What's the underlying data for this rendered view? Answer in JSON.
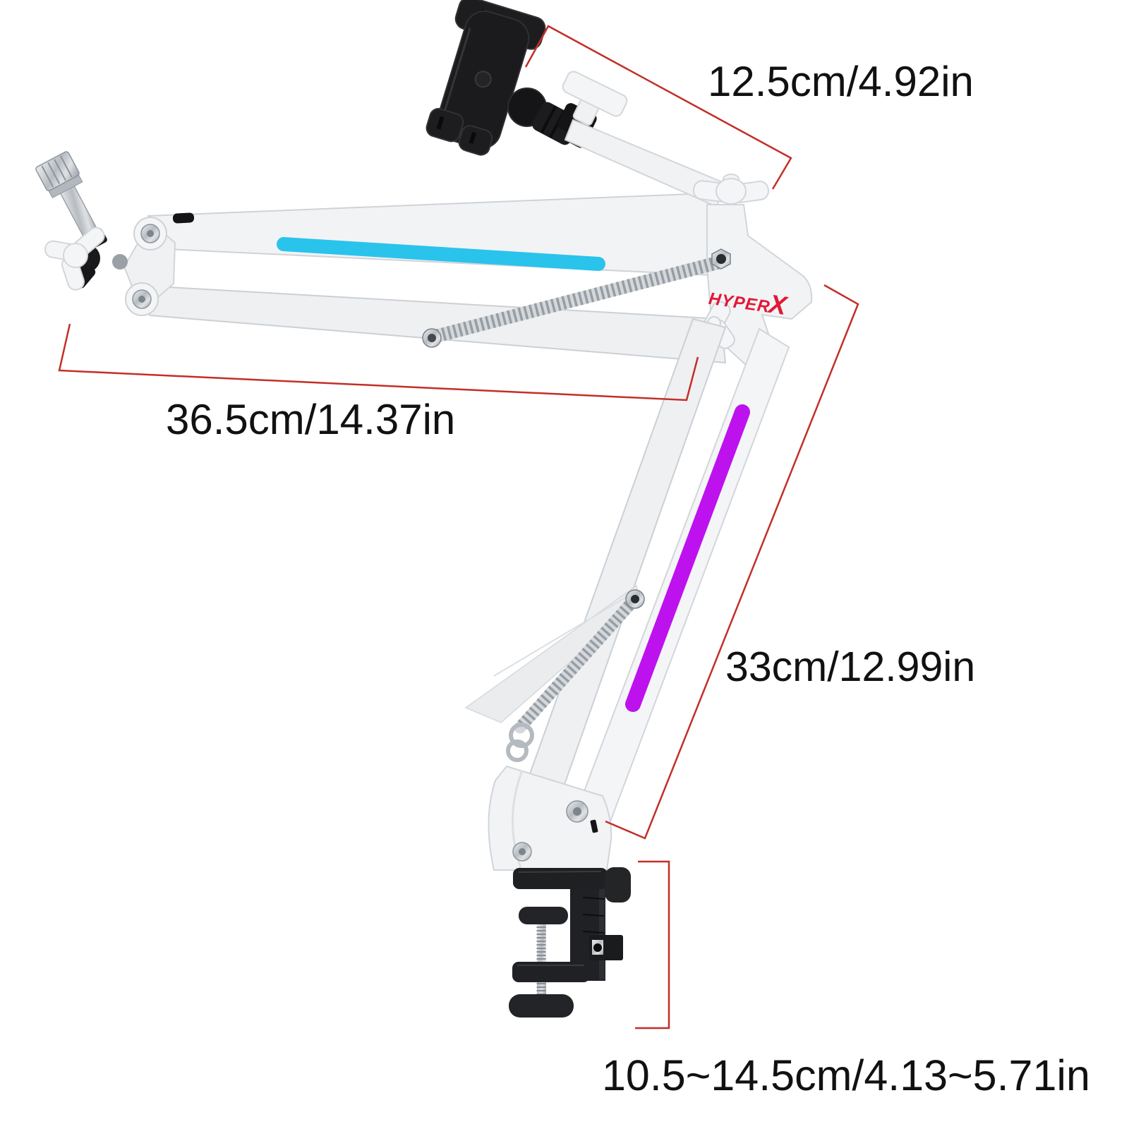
{
  "scene": {
    "background": "#FFFFFF",
    "description": "White HyperX scissor boom arm stand with phone holder, springs, LED strips, desk clamp and red dimension annotations"
  },
  "brand": {
    "logo_part1": "HYPER",
    "logo_part2": "X",
    "logo_color": "#E21836"
  },
  "dimension_labels": {
    "holder_arm": "12.5cm/4.92in",
    "upper_arm": "36.5cm/14.37in",
    "lower_arm": "33cm/12.99in",
    "clamp_height": "10.5~14.5cm/4.13~5.71in"
  },
  "annotation_style": {
    "line_color": "#C22F28",
    "text_color": "#111111"
  },
  "part_colors": {
    "upper_led_strip": "#2AC3EC",
    "lower_led_strip": "#BD12EE",
    "arm_body_white": "#F2F3F5",
    "holder_and_clamp_black": "#1F2023",
    "chrome_metal": "#C9CDD1"
  }
}
